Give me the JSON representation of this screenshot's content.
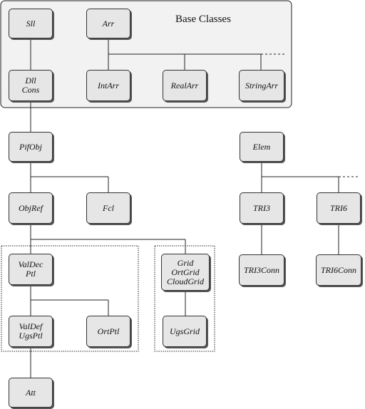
{
  "groups": {
    "base": {
      "label": "Base Classes"
    }
  },
  "nodes": {
    "sll": [
      "Sll"
    ],
    "arr": [
      "Arr"
    ],
    "dll": [
      "Dll",
      "Cons"
    ],
    "intarr": [
      "IntArr"
    ],
    "realarr": [
      "RealArr"
    ],
    "stringarr": [
      "StringArr"
    ],
    "pifobj": [
      "PifObj"
    ],
    "elem": [
      "Elem"
    ],
    "objref": [
      "ObjRef"
    ],
    "fcl": [
      "Fcl"
    ],
    "tri3": [
      "TRI3"
    ],
    "tri6": [
      "TRI6"
    ],
    "valdec": [
      "ValDec",
      "Ptl"
    ],
    "grid": [
      "Grid",
      "OrtGrid",
      "CloudGrid"
    ],
    "tri3conn": [
      "TRI3Conn"
    ],
    "tri6conn": [
      "TRI6Conn"
    ],
    "valdef": [
      "ValDef",
      "UgsPtl"
    ],
    "ortptl": [
      "OrtPtl"
    ],
    "ugsgrid": [
      "UgsGrid"
    ],
    "att": [
      "Att"
    ]
  }
}
